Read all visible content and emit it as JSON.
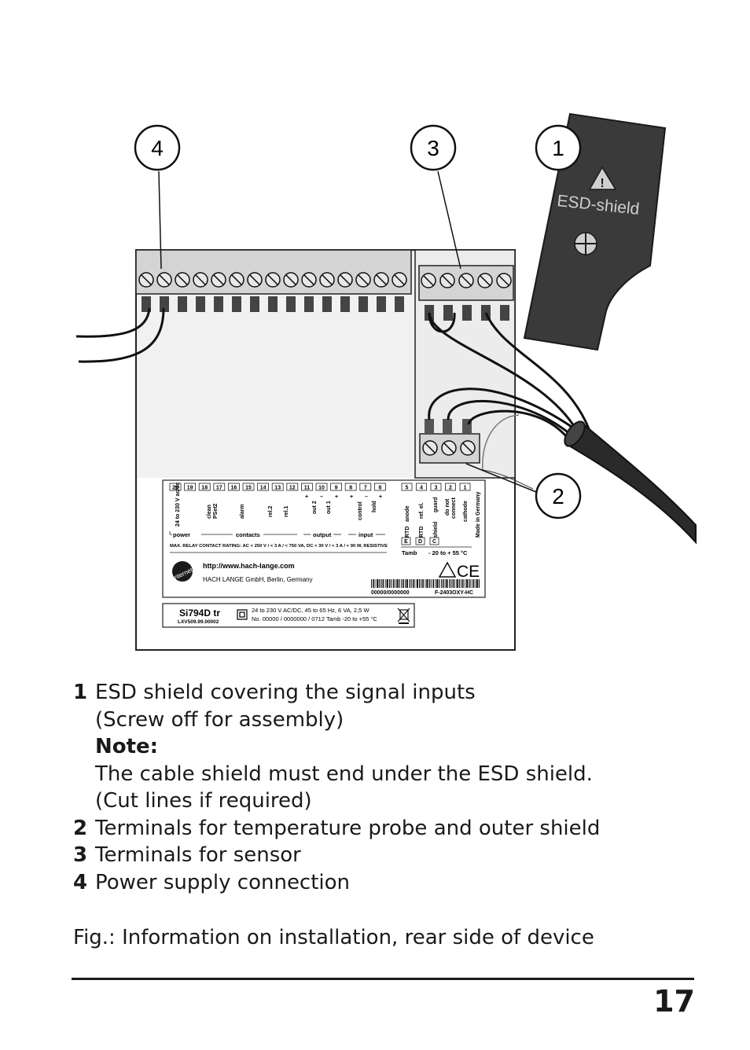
{
  "figure": {
    "esd_shield_label": "ESD-shield",
    "callouts": [
      "1",
      "2",
      "3",
      "4"
    ],
    "terminal_numbers_main": [
      "20",
      "19",
      "18",
      "17",
      "16",
      "15",
      "14",
      "13",
      "12",
      "11",
      "10",
      "9",
      "8",
      "7",
      "6"
    ],
    "terminal_numbers_sensor": [
      "5",
      "4",
      "3",
      "2",
      "1"
    ],
    "labels_main": {
      "power_terms": "24 to 230 V ac/dc",
      "clean": "clean",
      "pset2": "PSet2",
      "alarm": "alarm",
      "rel2": "rel.2",
      "rel1": "rel.1",
      "out2": "out 2",
      "out1": "out 1",
      "control": "control",
      "hold": "hold",
      "plus": "+",
      "minus": "–"
    },
    "labels_sensor": {
      "anode": "anode",
      "ref_el": "ref. el.",
      "guard": "guard",
      "do_not": "do not",
      "connect": "connect",
      "cathode": "cathode",
      "made_in": "Made in Germany",
      "rtd1": "RTD",
      "rtd2": "RTD",
      "shield": "shield",
      "boxes": [
        "E",
        "D",
        "C"
      ]
    },
    "groups": {
      "power": "power",
      "contacts": "contacts",
      "output": "output",
      "input": "input"
    },
    "relay_rating": "MAX. RELAY CONTACT RATING: AC < 250 V / < 3 A / < 750 VA, DC < 30 V / < 3 A / < 90 W, RESISTIVE",
    "tamb_label": "Tamb",
    "tamb_value": "- 20 to + 55 °C",
    "url": "http://www.hach-lange.com",
    "company": "HACH LANGE GmbH, Berlin, Germany",
    "internet": "Internet",
    "ce_mark": "CE",
    "barcode_left": "00000/0000000",
    "barcode_right": "F-2403OXY-HC",
    "model": "Si794D tr",
    "model_code": "LXV509.99.00002",
    "supply_spec": "24 to 230 V AC/DC, 45 to 65 Hz, 6 VA, 2,5 W",
    "serial_spec": "No. 00000 / 0000000 / 0712    Tamb -20 to +55 °C"
  },
  "legend": [
    {
      "num": "1",
      "lines": [
        "ESD shield covering the signal inputs",
        "(Screw off for assembly)"
      ],
      "note_label": "Note:",
      "note_lines": [
        "The cable shield must end under the ESD shield.",
        "(Cut lines if required)"
      ]
    },
    {
      "num": "2",
      "lines": [
        "Terminals for temperature probe and outer shield"
      ]
    },
    {
      "num": "3",
      "lines": [
        "Terminals for sensor"
      ]
    },
    {
      "num": "4",
      "lines": [
        "Power supply connection"
      ]
    }
  ],
  "caption": "Fig.: Information on installation, rear side of device",
  "page_number": "17"
}
